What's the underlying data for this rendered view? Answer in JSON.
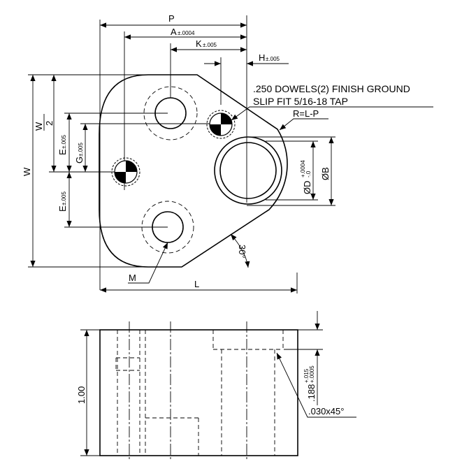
{
  "plan": {
    "dim_p": "P",
    "dim_a": "A",
    "dim_a_tol": "±.0004",
    "dim_k": "K",
    "dim_k_tol": "±.005",
    "dim_h": "H",
    "dim_h_tol": "±.005",
    "note_line1": ".250 DOWELS(2) FINISH GROUND",
    "note_line2": "SLIP FIT  5/16-18 TAP",
    "radius_note": "R=L-P",
    "dim_w": "W",
    "dim_w_half_num": "W",
    "dim_w_half_den": "2",
    "dim_e": "E",
    "dim_e_tol": "±.005",
    "dim_g": "G",
    "dim_g_tol": "±.005",
    "dim_d": "ØD",
    "dim_d_tol_upper": "+.0004",
    "dim_d_tol_lower": "-.0",
    "dim_b": "ØB",
    "angle": "30°",
    "dim_m": "M",
    "dim_l": "L"
  },
  "side": {
    "height": "1.00",
    "depth": ".188",
    "depth_tol_upper": "+.015",
    "depth_tol_lower": "+.0005",
    "chamfer": ".030x45°"
  }
}
